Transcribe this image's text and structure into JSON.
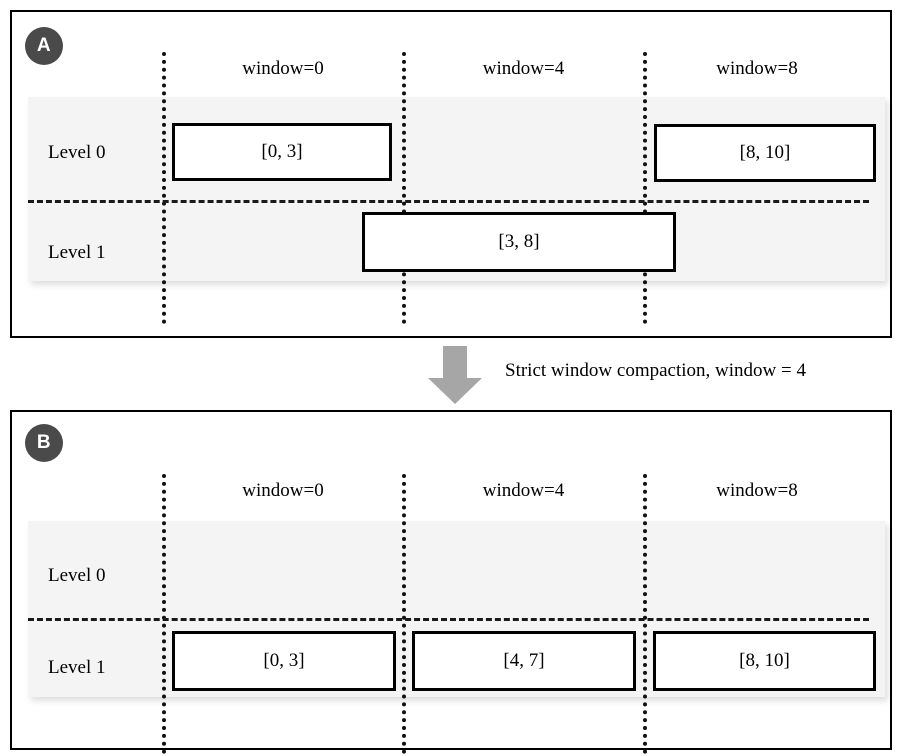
{
  "figure": {
    "type": "diagram",
    "subject": "LSM-tree strict window compaction",
    "panels": [
      {
        "id": "A",
        "badge_label": "A",
        "window_headers": [
          "window=0",
          "window=4",
          "window=8"
        ],
        "level_labels": [
          "Level 0",
          "Level 1"
        ],
        "runs": [
          {
            "level": "Level 0",
            "window": "window=0",
            "label": "[0, 3]"
          },
          {
            "level": "Level 0",
            "window": "window=8",
            "label": "[8, 10]"
          },
          {
            "level": "Level 1",
            "window": "spans window=0 to window=8",
            "label": "[3, 8]"
          }
        ]
      },
      {
        "id": "B",
        "badge_label": "B",
        "window_headers": [
          "window=0",
          "window=4",
          "window=8"
        ],
        "level_labels": [
          "Level 0",
          "Level 1"
        ],
        "runs": [
          {
            "level": "Level 1",
            "window": "window=0",
            "label": "[0, 3]"
          },
          {
            "level": "Level 1",
            "window": "window=4",
            "label": "[4, 7]"
          },
          {
            "level": "Level 1",
            "window": "window=8",
            "label": "[8, 10]"
          }
        ]
      }
    ],
    "transition": {
      "caption": "Strict window compaction, window = 4",
      "arrow_icon": "down-arrow-icon",
      "arrow_color": "#a6a6a6"
    },
    "colors": {
      "badge_fill": "#4a4a4a",
      "badge_text": "#ffffff",
      "band_fill": "#f4f4f4",
      "frame_stroke": "#000000",
      "box_stroke": "#000000",
      "arrow_fill": "#a6a6a6"
    }
  }
}
